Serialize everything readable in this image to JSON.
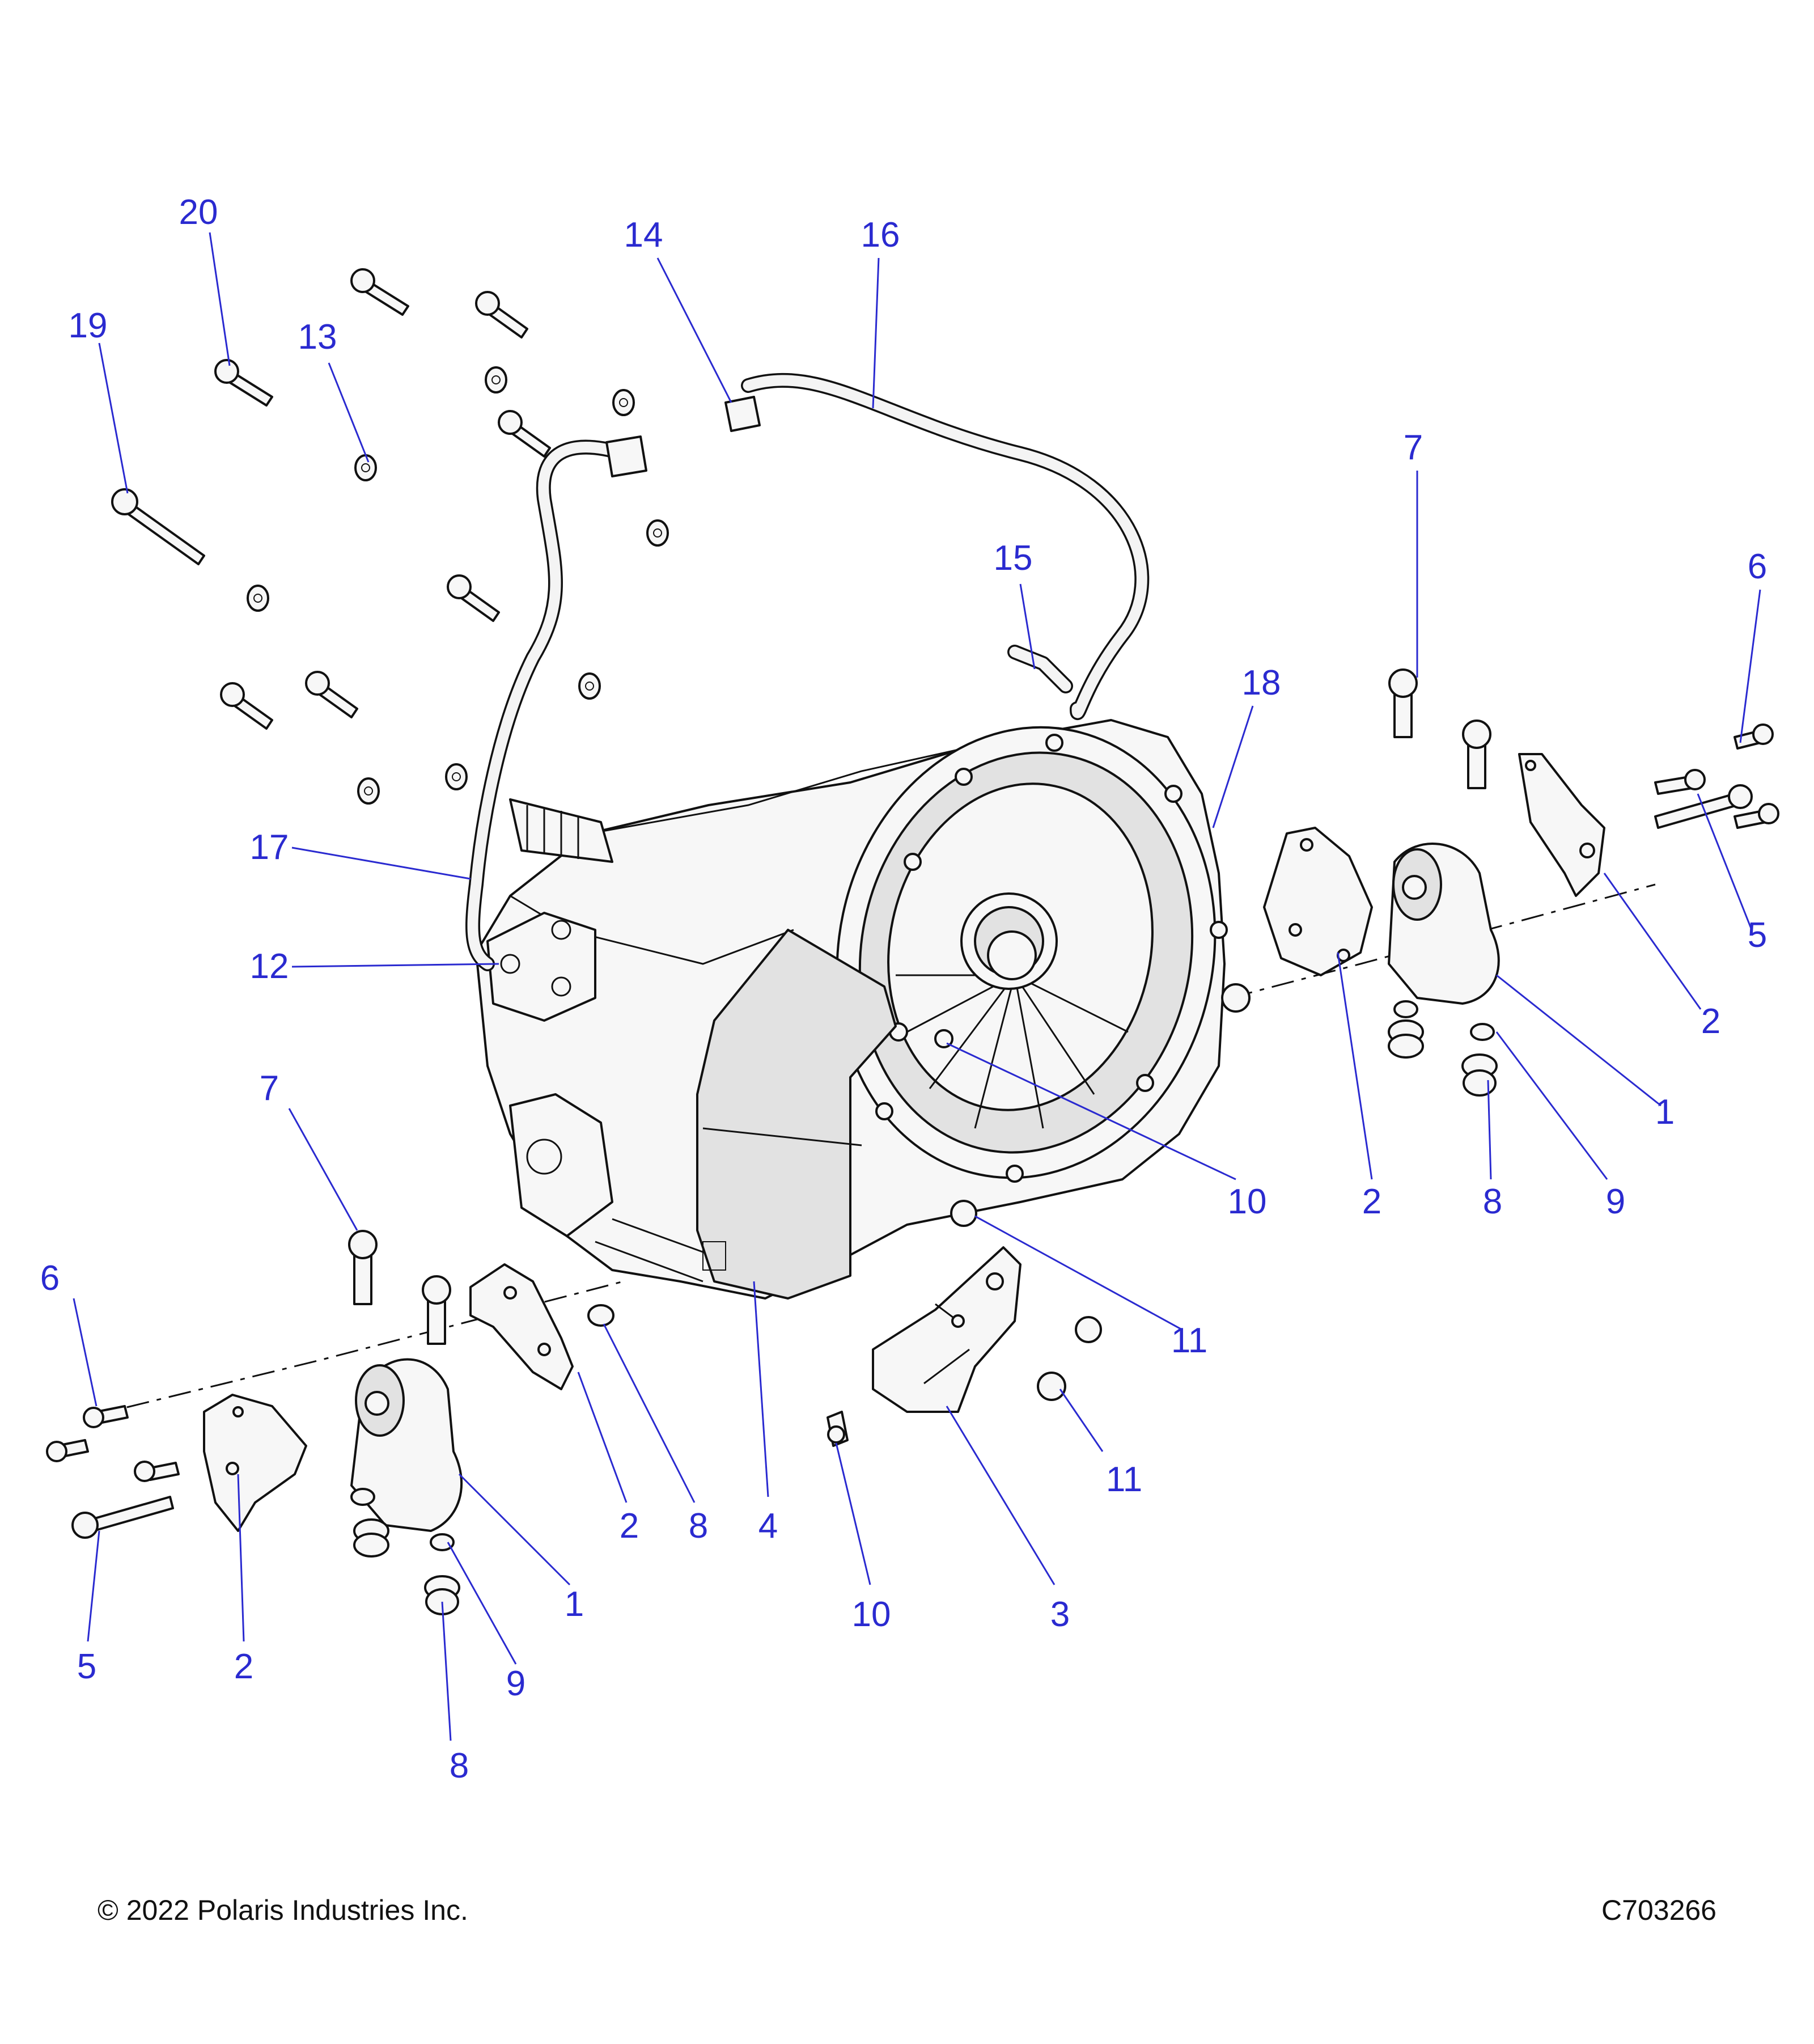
{
  "footer": {
    "copyright": "© 2022 Polaris Industries Inc.",
    "figure_id": "C703266"
  },
  "callouts": {
    "c20": "20",
    "c19": "19",
    "c13": "13",
    "c14": "14",
    "c16": "16",
    "c15": "15",
    "c7a": "7",
    "c6a": "6",
    "c18": "18",
    "c5a": "5",
    "c17": "17",
    "c2a": "2",
    "c12": "12",
    "c1a": "1",
    "c7b": "7",
    "c10a": "10",
    "c2b": "2",
    "c8a": "8",
    "c9a": "9",
    "c6b": "6",
    "c11a": "11",
    "c11b": "11",
    "c2c": "2",
    "c8b": "8",
    "c4": "4",
    "c1b": "1",
    "c10b": "10",
    "c3": "3",
    "c5b": "5",
    "c2d": "2",
    "c9b": "9",
    "c8c": "8"
  }
}
